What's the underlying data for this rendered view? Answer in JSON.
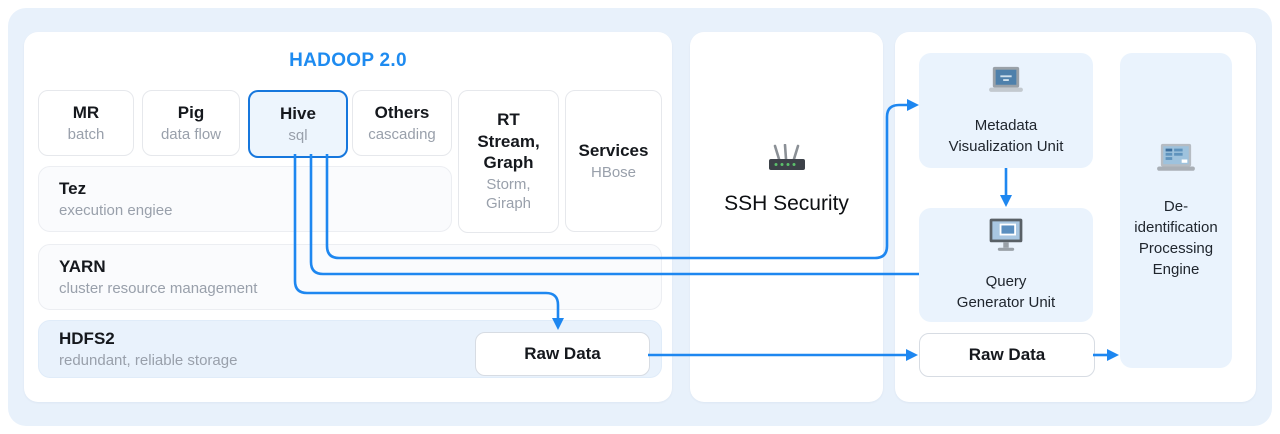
{
  "colors": {
    "surface": "#e8f1fb",
    "panel": "#ffffff",
    "connector_blue": "#1e87f0",
    "highlight_border": "#1677dd",
    "title_blue": "#1e8bf0",
    "tint_box": "#eaf3fd"
  },
  "hadoop": {
    "title": "HADOOP 2.0",
    "cells": [
      {
        "title": "MR",
        "sub": "batch"
      },
      {
        "title": "Pig",
        "sub": "data flow"
      },
      {
        "title": "Hive",
        "sub": "sql"
      },
      {
        "title": "Others",
        "sub": "cascading"
      },
      {
        "title": "RT Stream, Graph",
        "sub": "Storm, Giraph"
      },
      {
        "title": "Services",
        "sub": "HBose"
      }
    ],
    "rows": [
      {
        "title": "Tez",
        "sub": "execution engiee"
      },
      {
        "title": "YARN",
        "sub": "cluster resource management"
      },
      {
        "title": "HDFS2",
        "sub": "redundant, reliable storage"
      }
    ],
    "raw_data": "Raw Data"
  },
  "security": {
    "label": "SSH Security",
    "icon": "router-icon"
  },
  "processing": {
    "metadata_unit": "Metadata Visualization Unit",
    "query_unit": "Query Generator Unit",
    "raw_data": "Raw Data",
    "deid_engine": "De-identification Processing Engine",
    "icons": [
      "laptop-icon",
      "monitor-icon",
      "laptop-data-icon"
    ]
  }
}
